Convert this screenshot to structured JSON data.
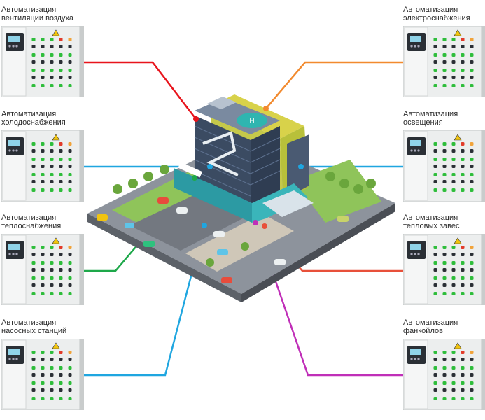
{
  "systems": [
    {
      "id": "ventilation",
      "line1": "Автоматизация",
      "line2": "вентиляции воздуха",
      "color": "#e8141c"
    },
    {
      "id": "electric",
      "line1": "Автоматизация",
      "line2": "электроснабжения",
      "color": "#f28a2e"
    },
    {
      "id": "cooling",
      "line1": "Автоматизация",
      "line2": "холодоснабжения",
      "color": "#1fa6e0"
    },
    {
      "id": "lighting",
      "line1": "Автоматизация",
      "line2": "освещения",
      "color": "#1fa6e0"
    },
    {
      "id": "heating",
      "line1": "Автоматизация",
      "line2": "теплоснабжения",
      "color": "#1ea84a"
    },
    {
      "id": "curtains",
      "line1": "Автоматизация",
      "line2": "тепловых завес",
      "color": "#e8503a"
    },
    {
      "id": "pumps",
      "line1": "Автоматизация",
      "line2": "насосных станций",
      "color": "#1fa6e0"
    },
    {
      "id": "fancoils",
      "line1": "Автоматизация",
      "line2": "фанкойлов",
      "color": "#c02fb8"
    }
  ],
  "colors": {
    "cabinet_body": "#eceeee",
    "cabinet_side": "#c9cccc",
    "controller": "#2a2f35",
    "indicator_green": "#2ebd3b",
    "indicator_red": "#e23b2a",
    "indicator_orange": "#f1a33a",
    "road": "#6a6f78",
    "grass": "#8fc45a",
    "glass": "#3f4f66",
    "accent_teal": "#2fb5b0",
    "accent_yellow": "#e8e23a"
  },
  "icons": [
    "control-cabinet-icon",
    "controller-display-icon",
    "warning-sign-icon",
    "smart-building-icon"
  ]
}
